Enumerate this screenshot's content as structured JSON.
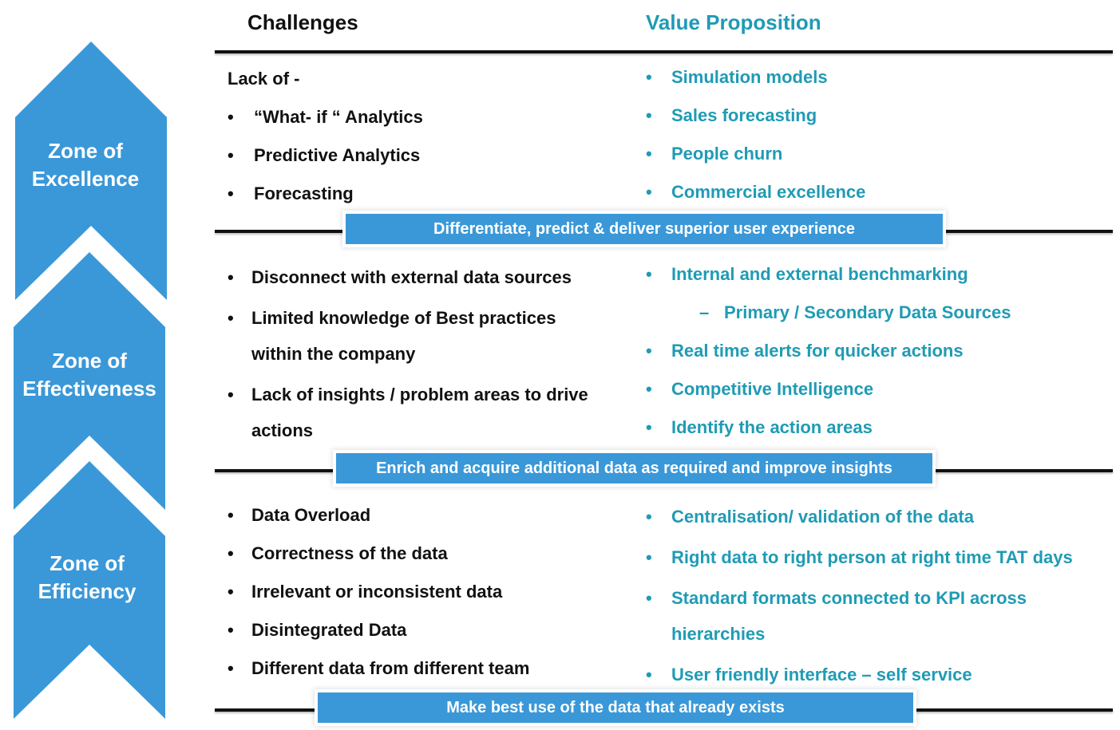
{
  "colors": {
    "accent_blue": "#3a98d8",
    "value_text": "#1f9bb5",
    "challenge_text": "#111111",
    "banner_text": "#ffffff"
  },
  "headers": {
    "challenges": "Challenges",
    "value_proposition": "Value Proposition"
  },
  "zones": [
    {
      "label_line1": "Zone of",
      "label_line2": "Excellence",
      "challenges_intro": "Lack of -",
      "challenges": [
        "“What- if “ Analytics",
        "Predictive Analytics",
        "Forecasting"
      ],
      "values": [
        "Simulation models",
        "Sales forecasting",
        "People churn",
        "Commercial excellence"
      ],
      "banner": "Differentiate, predict & deliver superior user experience"
    },
    {
      "label_line1": "Zone of",
      "label_line2": "Effectiveness",
      "challenges": [
        "Disconnect with external data sources",
        "Limited knowledge of Best practices",
        "within the company",
        "Lack of insights / problem areas to drive",
        "actions"
      ],
      "values": [
        "Internal and external benchmarking",
        "Primary / Secondary Data Sources",
        "Real time alerts for quicker actions",
        "Competitive Intelligence",
        "Identify the action areas"
      ],
      "sub_dash": "–",
      "banner": "Enrich and acquire additional data as required and improve insights"
    },
    {
      "label_line1": "Zone of",
      "label_line2": "Efficiency",
      "challenges": [
        "Data Overload",
        "Correctness of the data",
        "Irrelevant or inconsistent data",
        "Disintegrated Data",
        "Different data from different team"
      ],
      "values": [
        "Centralisation/ validation of the data",
        "Right data to right person at right time TAT days",
        "Standard formats connected to KPI  across",
        "hierarchies",
        "User friendly interface – self service"
      ],
      "banner": "Make best use of the data that already exists"
    }
  ],
  "bullet_glyph": "•"
}
